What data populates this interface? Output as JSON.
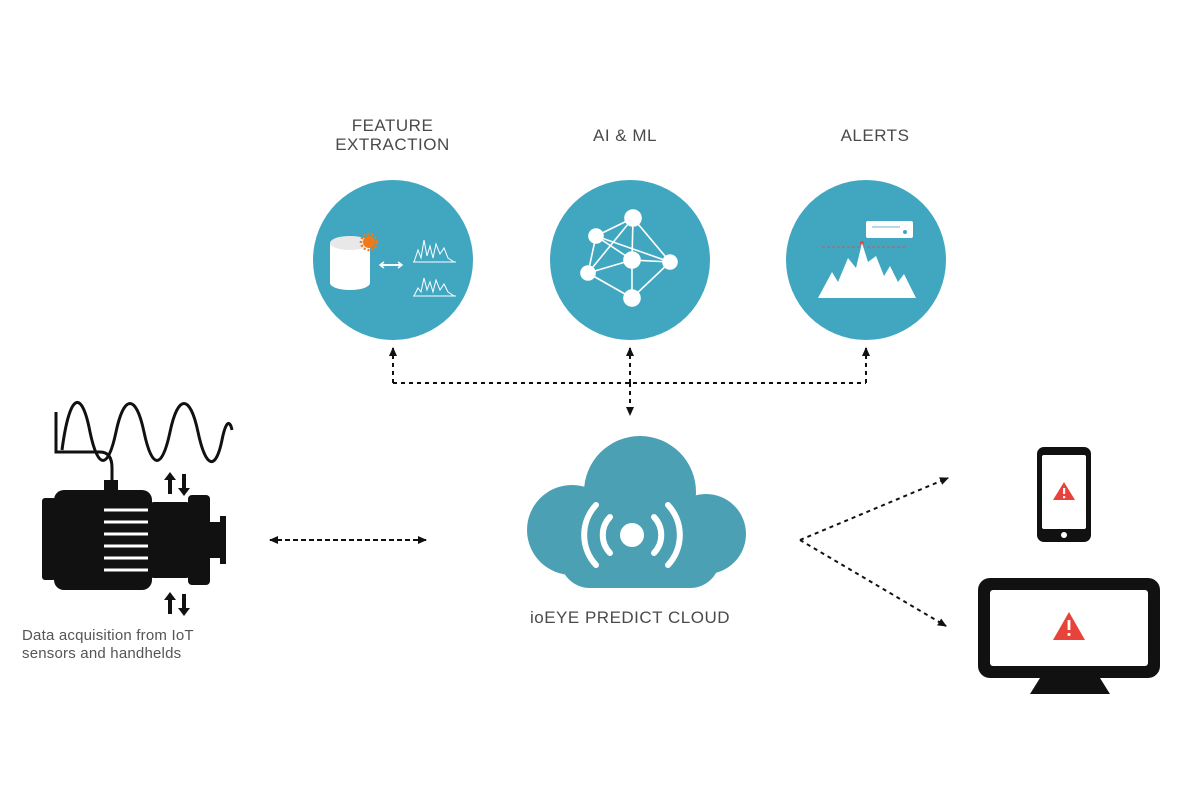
{
  "labels": {
    "feature_extraction": "FEATURE\nEXTRACTION",
    "ai_ml": "AI & ML",
    "alerts": "ALERTS",
    "cloud": "ioEYE PREDICT CLOUD",
    "acquisition": "Data acquisition from IoT\nsensors and handhelds"
  },
  "colors": {
    "circle": "#41a7c0",
    "cloud": "#4ba0b4",
    "alert": "#e8433a",
    "text": "#4a4a4a"
  },
  "icons": [
    "database-gear-icon",
    "neural-network-icon",
    "mountain-alert-icon",
    "cloud-signal-icon",
    "motor-icon",
    "phone-alert-icon",
    "monitor-alert-icon"
  ]
}
